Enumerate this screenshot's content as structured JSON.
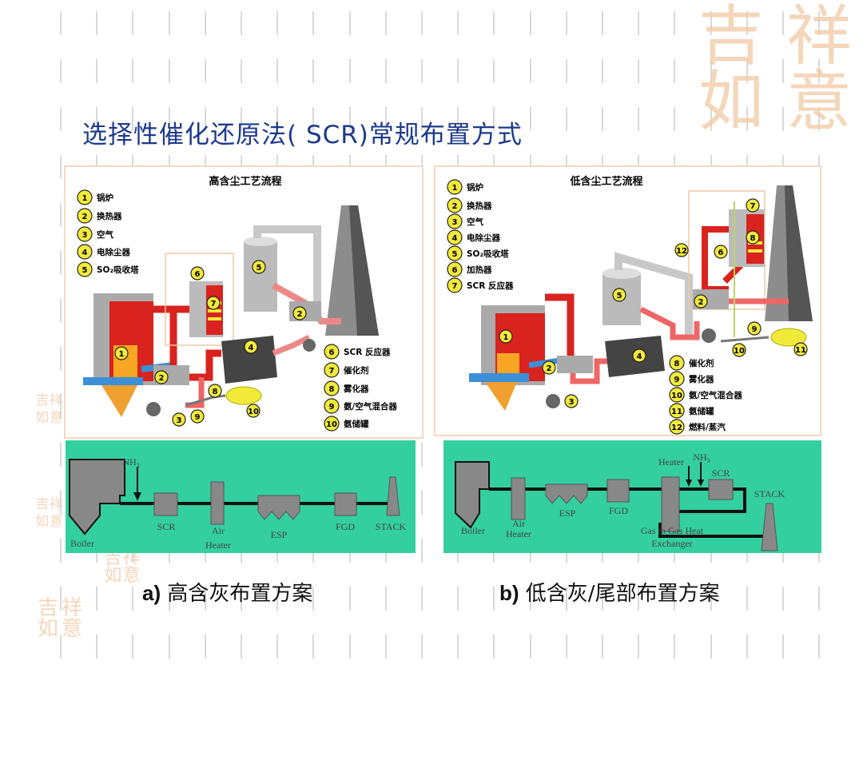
{
  "title": "选择性催化还原法( SCR)常规布置方式",
  "logo_text": "吉祥如意",
  "left_panel": {
    "heading": "高含尘工艺流程",
    "legend": [
      {
        "n": "1",
        "label": "锅炉"
      },
      {
        "n": "2",
        "label": "换热器"
      },
      {
        "n": "3",
        "label": "空气"
      },
      {
        "n": "4",
        "label": "电除尘器"
      },
      {
        "n": "5",
        "label": "SO₂吸收塔"
      },
      {
        "n": "6",
        "label": "SCR 反应器"
      },
      {
        "n": "7",
        "label": "催化剂"
      },
      {
        "n": "8",
        "label": "雾化器"
      },
      {
        "n": "9",
        "label": "氨/空气混合器"
      },
      {
        "n": "10",
        "label": "氨储罐"
      }
    ],
    "markers": [
      "1",
      "2",
      "3",
      "4",
      "5",
      "6",
      "7",
      "8",
      "9",
      "10",
      "2"
    ]
  },
  "right_panel": {
    "heading": "低含尘工艺流程",
    "legend": [
      {
        "n": "1",
        "label": "锅炉"
      },
      {
        "n": "2",
        "label": "换热器"
      },
      {
        "n": "3",
        "label": "空气"
      },
      {
        "n": "4",
        "label": "电除尘器"
      },
      {
        "n": "5",
        "label": "SO₂吸收塔"
      },
      {
        "n": "6",
        "label": "加热器"
      },
      {
        "n": "7",
        "label": "SCR 反应器"
      },
      {
        "n": "8",
        "label": "催化剂"
      },
      {
        "n": "9",
        "label": "雾化器"
      },
      {
        "n": "10",
        "label": "氨/空气混合器"
      },
      {
        "n": "11",
        "label": "氨储罐"
      },
      {
        "n": "12",
        "label": "燃料/蒸汽"
      }
    ],
    "markers": [
      "1",
      "2",
      "3",
      "4",
      "5",
      "6",
      "7",
      "8",
      "9",
      "10",
      "11",
      "12",
      "2"
    ]
  },
  "left_flow": {
    "boiler": "Boiler",
    "nh3": "NH",
    "nh3_sub": "3",
    "scr": "SCR",
    "air": "Air",
    "heater": "Heater",
    "esp": "ESP",
    "fgd": "FGD",
    "stack": "STACK"
  },
  "right_flow": {
    "boiler": "Boiler",
    "air": "Air",
    "heater_a": "Heater",
    "esp": "ESP",
    "fgd": "FGD",
    "heater": "Heater",
    "nh3": "NH",
    "nh3_sub": "3",
    "scr": "SCR",
    "stack": "STACK",
    "ggh1": "Gas to Gas Heat",
    "ggh2": "Exchanger"
  },
  "captions": {
    "a_prefix": "a)",
    "a_text": " 高含灰布置方案",
    "b_prefix": "b)",
    "b_text": " 低含灰/尾部布置方案"
  },
  "colors": {
    "title": "#1d3a8a",
    "green": "#33cf9f",
    "marker": "#f2ea3a",
    "red": "#d8231f",
    "duct_blue": "#3d8fd6"
  }
}
